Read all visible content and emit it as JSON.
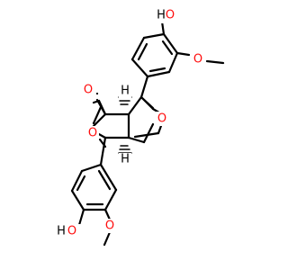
{
  "molecule": {
    "atoms": {
      "ho_top_o": "O",
      "ho_top_h": "H",
      "ho_bottom_o": "O",
      "ho_bottom_h": "H",
      "methoxy_top_o": "O",
      "methoxy_bottom_o": "O",
      "ring_o_right": "O",
      "ring_o_lactone": "O",
      "carbonyl_o": "O",
      "stereo_h_top": "H",
      "stereo_h_bottom": "H"
    },
    "colors": {
      "bond": "#000000",
      "oxygen": "#ff0d0d",
      "hydrogen": "#000000",
      "background": "#ffffff"
    }
  }
}
